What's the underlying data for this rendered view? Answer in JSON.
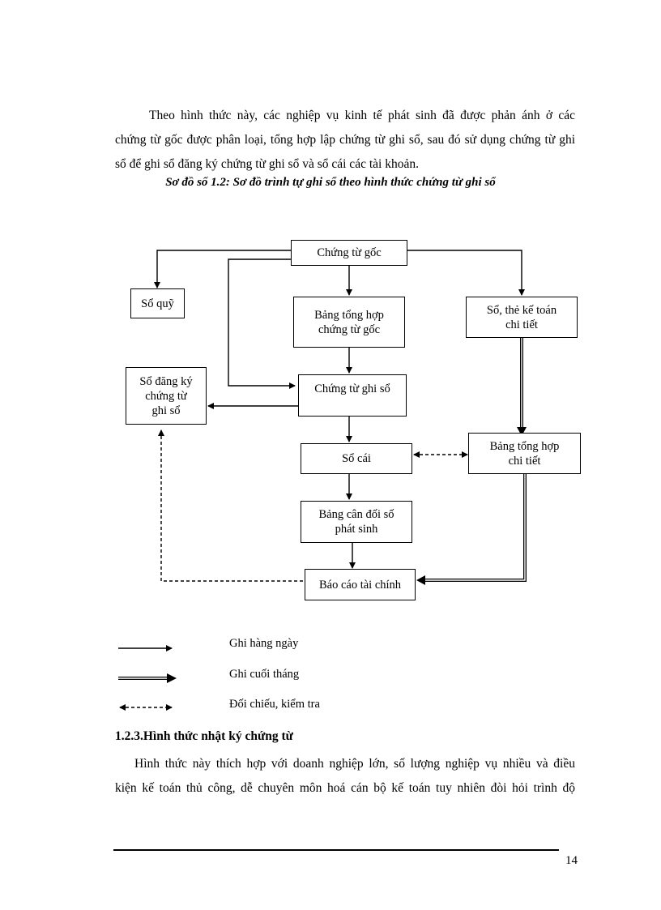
{
  "intro_lines": [
    "Theo hình thức này, các nghiệp vụ kinh tế phát sinh đã được phản ánh ở các",
    "chứng từ gốc được phân loại, tổng hợp lập chứng từ ghi sổ, sau đó sử dụng chứng từ ghi",
    "sổ để ghi sổ đăng ký chứng từ ghi sổ và sổ cái các tài khoản."
  ],
  "caption": "Sơ đồ số 1.2: Sơ đồ trình tự ghi sổ theo hình thức chứng từ ghi sổ",
  "diagram": {
    "chung_tu_goc": "Chứng từ gốc",
    "so_quy": "Sổ quỹ",
    "bang_tong_hop_chung_tu_goc": "Bảng tổng hợp\nchứng từ gốc",
    "so_the_ke_toan_chi_tiet": "Sổ, thẻ kế toán\nchi tiết",
    "so_dang_ky_chung_tu_ghi_so": "Sổ đăng ký\nchứng từ\nghi sổ",
    "chung_tu_ghi_so": "Chứng từ ghi sổ",
    "so_cai": "Sổ cái",
    "bang_tong_hop_chi_tiet": "Bảng tổng hợp\nchi tiết",
    "bang_can_doi_so_phat_sinh": "Bảng cân đối số\nphát sinh",
    "bao_cao_tai_chinh": "Báo cáo tài chính"
  },
  "legend": {
    "daily": "Ghi hàng ngày",
    "month_end": "Ghi cuối tháng",
    "reconcile": "Đối chiếu, kiểm tra"
  },
  "section_heading": "1.2.3.Hình thức nhật ký chứng từ",
  "body_lines": [
    "Hình thức này thích hợp với doanh nghiệp lớn, số lượng nghiệp vụ nhiều và điều",
    "kiện kế toán thủ công, dễ chuyên môn hoá cán bộ kế toán tuy nhiên đòi hỏi trình độ"
  ],
  "page_number": "14"
}
